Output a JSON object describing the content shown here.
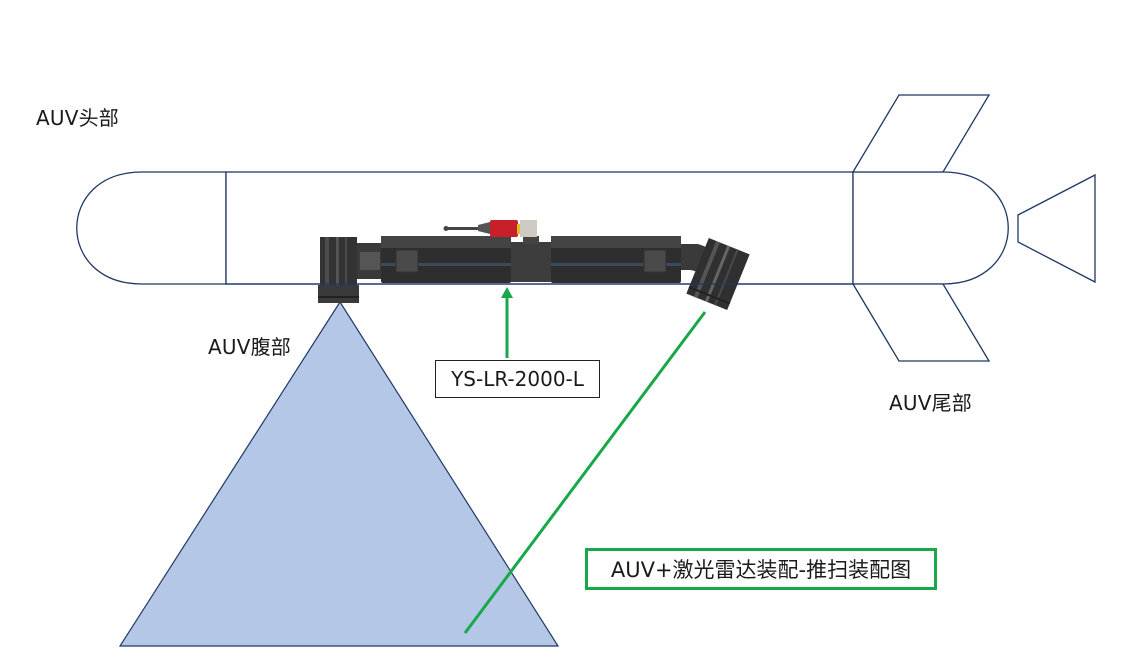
{
  "labels": {
    "head": "AUV头部",
    "belly": "AUV腹部",
    "tail": "AUV尾部"
  },
  "model_label": "YS-LR-2000-L",
  "title": "AUV+激光雷达装配-推扫装配图",
  "colors": {
    "outline": "#1f3864",
    "fov_fill": "#b4c7e7",
    "arrow_green": "#17a84a",
    "device_dark": "#2b2b2b",
    "device_red": "#c8202a"
  }
}
